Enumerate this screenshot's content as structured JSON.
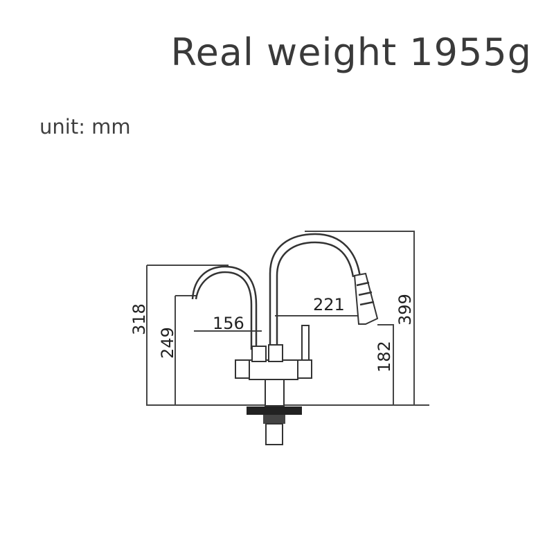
{
  "title": "Real weight 1955g",
  "unit_label": "unit: mm",
  "dimensions": {
    "left_spout_height": "318",
    "left_outlet_height": "249",
    "left_spout_reach": "156",
    "main_spout_reach": "221",
    "main_outlet_height": "182",
    "main_spout_height": "399"
  },
  "colors": {
    "text": "#3a3a3a",
    "lines": "#444444",
    "mount_block": "#222222"
  }
}
